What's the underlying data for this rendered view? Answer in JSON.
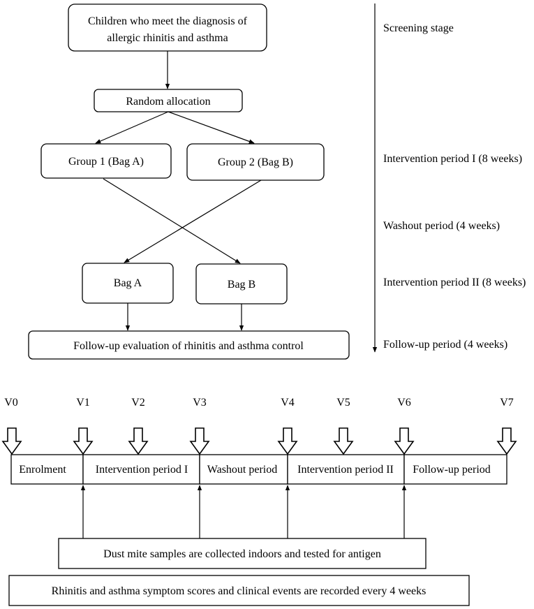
{
  "flowchart": {
    "boxes": {
      "diagnosis_line1": "Children who meet the diagnosis of",
      "diagnosis_line2": "allergic rhinitis and asthma",
      "random_allocation": "Random allocation",
      "group1": "Group 1 (Bag A)",
      "group2": "Group 2 (Bag B)",
      "bag_a": "Bag A",
      "bag_b": "Bag B",
      "follow_up_evaluation": "Follow-up evaluation of rhinitis and asthma control"
    },
    "stages": [
      "Screening stage",
      "Intervention period I (8 weeks)",
      "Washout period (4 weeks)",
      "Intervention period II (8 weeks)",
      "Follow-up period (4 weeks)"
    ]
  },
  "timeline": {
    "visits": [
      "V0",
      "V1",
      "V2",
      "V3",
      "V4",
      "V5",
      "V6",
      "V7"
    ],
    "phases": [
      "Enrolment",
      "Intervention period I",
      "Washout period",
      "Intervention period II",
      "Follow-up period"
    ],
    "dust_mite_note": "Dust mite samples are collected indoors and tested for antigen",
    "symptom_note": "Rhinitis and asthma symptom scores and clinical events are recorded every 4 weeks"
  }
}
